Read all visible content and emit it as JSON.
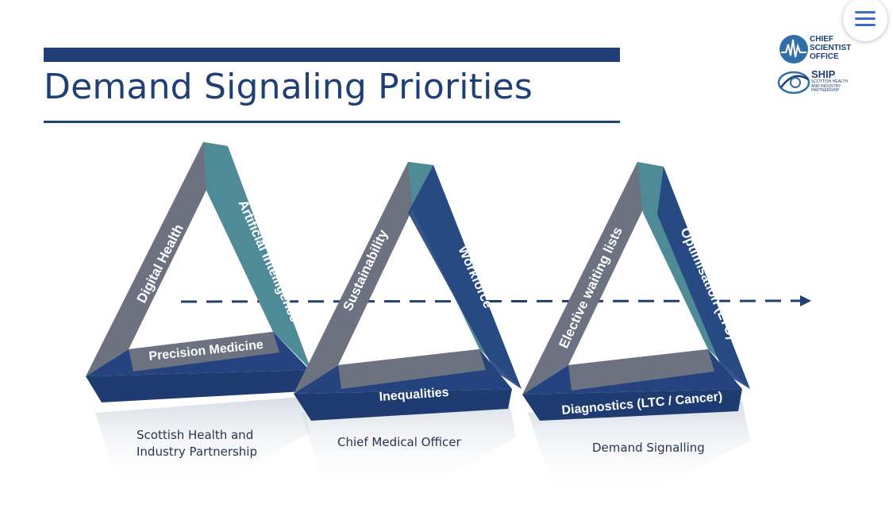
{
  "slide": {
    "title": "Demand Signaling Priorities"
  },
  "logo": {
    "line1": "CHIEF",
    "line2": "SCIENTIST",
    "line3": "OFFICE",
    "ship": "SHIP",
    "ship_sub1": "SCOTTISH HEALTH",
    "ship_sub2": "AND INDUSTRY",
    "ship_sub3": "PARTNERSHIP"
  },
  "triangles": [
    {
      "left_side": "Digital Health",
      "right_side": "Artificial Intelligence",
      "base": "Precision Medicine",
      "label_line1": "Scottish Health and",
      "label_line2": "Industry Partnership"
    },
    {
      "left_side": "Sustainability",
      "right_side": "Workforce",
      "base": "Inequalities",
      "label_line1": "Chief Medical Officer",
      "label_line2": ""
    },
    {
      "left_side": "Elective waiting lists",
      "right_side": "Optimisation (LTC)",
      "base": "Diagnostics (LTC / Cancer)",
      "label_line1": "Demand Signalling",
      "label_line2": ""
    }
  ],
  "colors": {
    "navy": "#1f3f75",
    "grey": "#6d7280",
    "teal": "#4f8a97",
    "dark_blue": "#24437f"
  }
}
